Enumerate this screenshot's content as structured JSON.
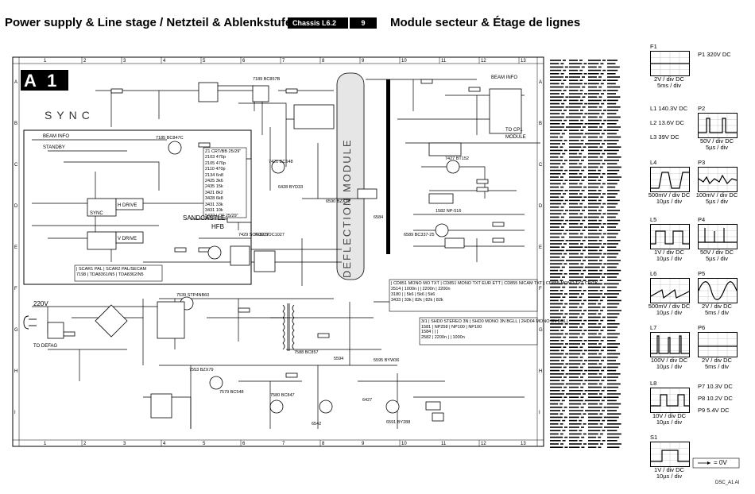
{
  "header": {
    "title_left": "Power supply & Line stage / Netzteil & Ablenkstufe /",
    "chassis": "Chassis L6.2",
    "page": "9",
    "title_right": "Module secteur & Étage de lignes"
  },
  "schematic": {
    "panel_label": "A 1",
    "sync_label": "SYNC",
    "module_label": "DEFLECTION MODULE",
    "labels": {
      "sandcastle": "SANDCASTLE",
      "hfb": "HFB",
      "h_drive": "H DRIVE",
      "v_drive": "V DRIVE",
      "sync_ic": "SYNC",
      "beam_info_1": "BEAM INFO",
      "beam_info_2": "BEAM INFO",
      "standby": "STANDBY",
      "to_module": "TO CP1 MODULE",
      "mains": "220V",
      "degauss": "TO DEFAG"
    },
    "tables": {
      "coil": {
        "header": [
          "Z1",
          "CRT/BB 25/29\""
        ],
        "rows": [
          [
            "2103",
            "470p"
          ],
          [
            "2105",
            "470p"
          ],
          [
            "2110",
            "470p"
          ],
          [
            "2134",
            "6n8"
          ],
          [
            "2425",
            "3k6"
          ],
          [
            "2435",
            "15k"
          ],
          [
            "3421",
            "8k2"
          ],
          [
            "3428",
            "6k8"
          ],
          [
            "3431",
            "33k"
          ],
          [
            "3431",
            "10k"
          ],
          [
            "5422",
            "LOT 25/29\""
          ]
        ]
      },
      "ic_variants": {
        "header": [
          "",
          "SCAR1 PAL",
          "SCAR2 PAL/SECAM"
        ],
        "rows": [
          [
            "7198",
            "TDA8361/N5",
            "TDA8362/N5"
          ]
        ]
      },
      "sound_variants_1": {
        "header": [
          "",
          "CD851 MONO MO TXT",
          "CD851 MONO TXT EUR ETT",
          "CD855 NICAM TXT",
          "CD855 MONO TXT CR/TK"
        ],
        "rows": [
          [
            "2514",
            "1000n",
            "",
            "2200n",
            "2200n"
          ],
          [
            "3180",
            "",
            "5k6",
            "5k6",
            "5k6"
          ],
          [
            "3433",
            "33k",
            "82k",
            "82k",
            "82k"
          ]
        ]
      },
      "sound_variants_2": {
        "header": [
          "3/1",
          "SHD0 STEREO 3N",
          "SHD0 MONO 3N BGLL",
          "2HD04 MONO 3N BGLL"
        ],
        "rows": [
          [
            "1581",
            "NP258",
            "NP100",
            "NP100"
          ],
          [
            "1584",
            "",
            "",
            ""
          ],
          [
            "2582",
            "2200n",
            "",
            "1000n"
          ]
        ]
      }
    },
    "grid_top": [
      "1",
      "2",
      "3",
      "4",
      "5",
      "6",
      "7",
      "8",
      "9",
      "10",
      "11",
      "12",
      "13"
    ],
    "grid_side": [
      "A",
      "B",
      "C",
      "D",
      "E",
      "F",
      "G",
      "H",
      "I"
    ],
    "components_sample": [
      "7185 BC847C",
      "7189 BC857B",
      "7421 BC548",
      "7427 BT152",
      "7429 SOC1027",
      "7432 SOC1027",
      "7539 STP4NB60",
      "7553 BZX79",
      "7579 BC548",
      "7580 BC847",
      "7588 BC857",
      "5594",
      "5595 BYW36",
      "6591 BY288",
      "6542",
      "6427",
      "6428 BYD33",
      "6590 BZX79",
      "1582 NP-516",
      "6584",
      "6589 BC337-25"
    ]
  },
  "index_listing_title": "Location index",
  "scopes": [
    {
      "id": "F1",
      "caption1": "2V / div DC",
      "caption2": "5ms / div"
    },
    {
      "id": "P2",
      "caption1": "50V / div DC",
      "caption2": "5µs / div"
    },
    {
      "id": "L4",
      "caption1": "500mV / div DC",
      "caption2": "10µs / div"
    },
    {
      "id": "P3",
      "caption1": "100mV / div DC",
      "caption2": "5µs / div"
    },
    {
      "id": "L5",
      "caption1": "1V / div DC",
      "caption2": "10µs / div"
    },
    {
      "id": "P4",
      "caption1": "50V / div DC",
      "caption2": "5µs / div"
    },
    {
      "id": "L6",
      "caption1": "500mV / div DC",
      "caption2": "10µs / div"
    },
    {
      "id": "P5",
      "caption1": "2V / div DC",
      "caption2": "5ms / div"
    },
    {
      "id": "L7",
      "caption1": "100V / div DC",
      "caption2": "10µs / div"
    },
    {
      "id": "P6",
      "caption1": "2V / div DC",
      "caption2": "5ms / div"
    },
    {
      "id": "L8",
      "caption1": "10V / div DC",
      "caption2": "10µs / div"
    },
    {
      "id": "S1",
      "caption1": "1V / div DC",
      "caption2": "10µs / div"
    }
  ],
  "measurements": [
    {
      "name": "P1",
      "value": "320V",
      "unit": "DC"
    },
    {
      "name": "L1",
      "value": "140.3V",
      "unit": "DC"
    },
    {
      "name": "L2",
      "value": "13.6V",
      "unit": "DC"
    },
    {
      "name": "L3",
      "value": "39V",
      "unit": "DC"
    },
    {
      "name": "P7",
      "value": "10.3V",
      "unit": "DC"
    },
    {
      "name": "P8",
      "value": "10.2V",
      "unit": "DC"
    },
    {
      "name": "P9",
      "value": "5.4V",
      "unit": "DC"
    }
  ],
  "legend_zero": "= 0V",
  "footer_code": "DSC_A1 AI"
}
